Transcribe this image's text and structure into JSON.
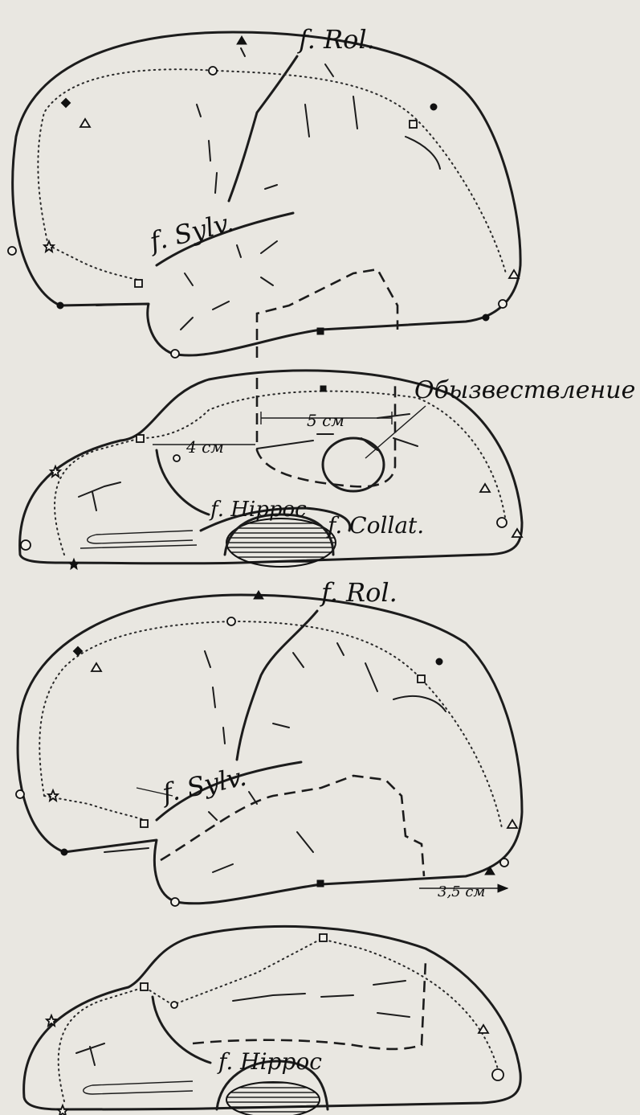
{
  "labels": {
    "rol": "f. Rol.",
    "sylv": "f. Sylv.",
    "calcification": "Обызвествление",
    "dist_5cm": "5 см",
    "dist_4cm": "4 см",
    "hippoc": "f. Hippoc",
    "collat": "f. Collat.",
    "rol2": "f. Rol.",
    "sylv2": "f. Sylv.",
    "dist_3_5cm": "3,5 см",
    "hippoc2": "f. Hippoc"
  }
}
